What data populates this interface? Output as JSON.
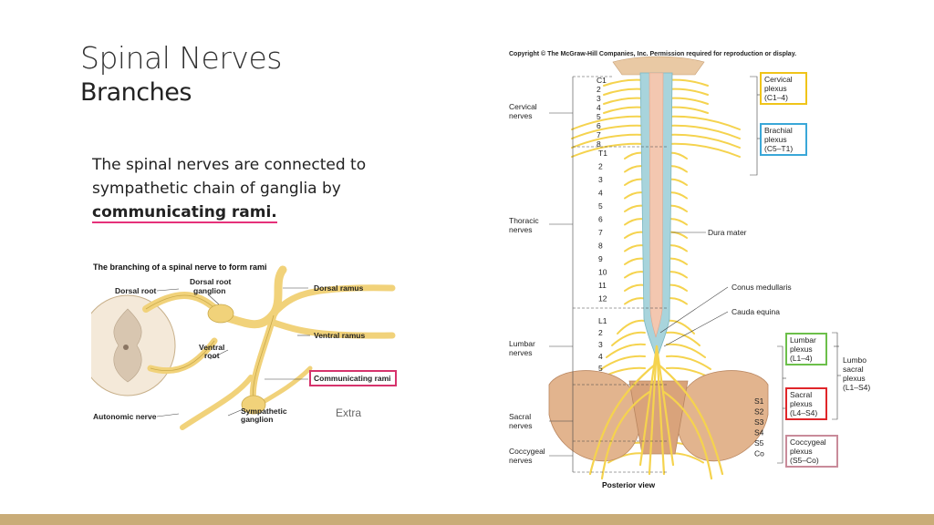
{
  "slide": {
    "title": "Spinal Nerves",
    "subtitle": "Branches",
    "body_line1": "The spinal nerves are connected to",
    "body_line2": "sympathetic chain of ganglia by",
    "body_emphasis": "communicating rami.",
    "extra_label": "Extra",
    "footer_color": "#c9ac78",
    "emphasis_underline_color": "#e5317a"
  },
  "rami_figure": {
    "title": "The branching of a spinal nerve to form rami",
    "labels": {
      "dorsal_root": "Dorsal root",
      "dorsal_root_ganglion_1": "Dorsal root",
      "dorsal_root_ganglion_2": "ganglion",
      "dorsal_ramus": "Dorsal ramus",
      "ventral_ramus": "Ventral ramus",
      "ventral_root_1": "Ventral",
      "ventral_root_2": "root",
      "communicating_rami": "Communicating rami",
      "sympathetic_ganglion_1": "Sympathetic",
      "sympathetic_ganglion_2": "ganglion",
      "autonomic_nerve": "Autonomic nerve"
    },
    "highlight_color": "#d6336c"
  },
  "spine_figure": {
    "copyright": "Copyright © The McGraw-Hill Companies, Inc. Permission required for reproduction or display.",
    "view_label": "Posterior view",
    "regions": {
      "cervical": [
        "Cervical",
        "nerves"
      ],
      "thoracic": [
        "Thoracic",
        "nerves"
      ],
      "lumbar": [
        "Lumbar",
        "nerves"
      ],
      "sacral": [
        "Sacral",
        "nerves"
      ],
      "coccygeal": [
        "Coccygeal",
        "nerves"
      ]
    },
    "levels": {
      "cervical": [
        "C1",
        "2",
        "3",
        "4",
        "5",
        "6",
        "7",
        "8"
      ],
      "thoracic": [
        "T1",
        "2",
        "3",
        "4",
        "5",
        "6",
        "7",
        "8",
        "9",
        "10",
        "11",
        "12"
      ],
      "lumbar": [
        "L1",
        "2",
        "3",
        "4",
        "5"
      ],
      "sacral": [
        "S1",
        "S2",
        "S3",
        "S4",
        "S5",
        "Co"
      ]
    },
    "structures": {
      "dura_mater": "Dura mater",
      "conus_medullaris": "Conus medullaris",
      "cauda_equina": "Cauda equina"
    },
    "plexuses": {
      "cervical": {
        "line1": "Cervical",
        "line2": "plexus",
        "line3": "(C1–4)",
        "color": "#f0c419"
      },
      "brachial": {
        "line1": "Brachial",
        "line2": "plexus",
        "line3": "(C5–T1)",
        "color": "#3aa7d8"
      },
      "lumbar": {
        "line1": "Lumbar",
        "line2": "plexus",
        "line3": "(L1–4)",
        "color": "#6cbf4a"
      },
      "sacral": {
        "line1": "Sacral",
        "line2": "plexus",
        "line3": "(L4–S4)",
        "color": "#e0262a"
      },
      "coccygeal": {
        "line1": "Coccygeal",
        "line2": "plexus",
        "line3": "(S5–Co)",
        "color": "#c98b9a"
      },
      "lumbosacral": {
        "line1": "Lumbo",
        "line2": "sacral",
        "line3": "plexus",
        "line4": "(L1–S4)"
      }
    }
  }
}
